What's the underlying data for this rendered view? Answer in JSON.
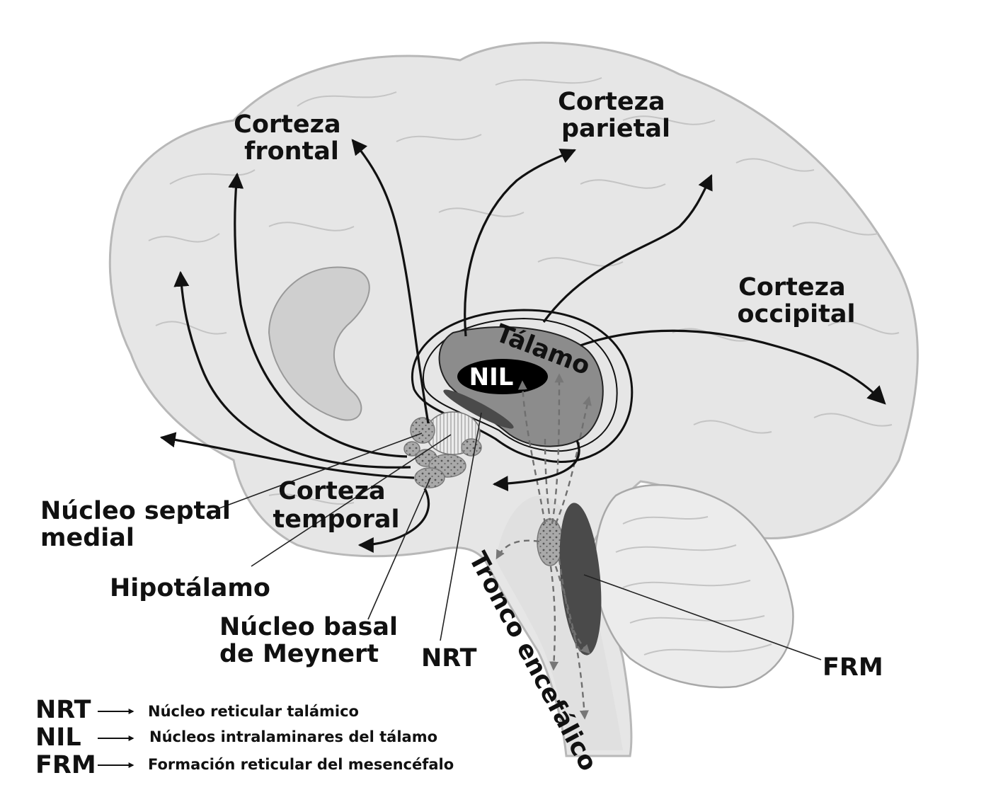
{
  "regions": {
    "frontal": [
      "Corteza",
      "frontal"
    ],
    "parietal": [
      "Corteza",
      "parietal"
    ],
    "occipital": [
      "Corteza",
      "occipital"
    ],
    "temporal": [
      "Corteza",
      "temporal"
    ],
    "thalamus": "Tálamo",
    "nil": "NIL",
    "brainstem": "Tronco encefálico"
  },
  "structures": {
    "septal": [
      "Núcleo septal",
      "medial"
    ],
    "hypothalamus": "Hipotálamo",
    "meynert": [
      "Núcleo basal",
      "de Meynert"
    ],
    "nrt": "NRT",
    "frm": "FRM"
  },
  "legend": [
    {
      "abbr": "NRT",
      "desc": "Núcleo reticular talámico"
    },
    {
      "abbr": "NIL",
      "desc": "Núcleos intralaminares del tálamo"
    },
    {
      "abbr": "FRM",
      "desc": "Formación reticular del mesencéfalo"
    }
  ],
  "colors": {
    "brain": "#e6e6e6",
    "outline": "#b8b8b8",
    "thalamus": "#8c8c8c",
    "nil": "#000000",
    "frm": "#4a4a4a",
    "nucleus": "#a9a9a9",
    "caudate": "#cfcfcf",
    "arrow": "#111111"
  }
}
